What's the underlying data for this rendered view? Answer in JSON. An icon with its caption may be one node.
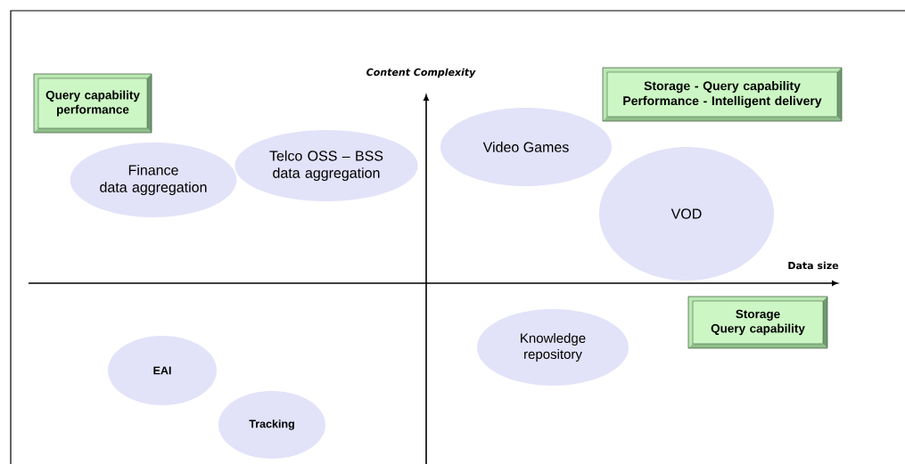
{
  "diagram": {
    "nodes": [
      {
        "text": [
          "Query capability performance"
        ]
      },
      {
        "text": [
          "Finance data aggregation"
        ]
      },
      {
        "text": [
          "Telco OSS – BSS data aggregation"
        ]
      },
      {
        "text": [
          "Video Games"
        ]
      },
      {
        "text": [
          "Storage - Query capability Performance - Intelligent delivery"
        ]
      },
      {
        "text": [
          "VOD"
        ]
      },
      {
        "text": [
          "Storage Query capability"
        ]
      },
      {
        "text": [
          "Knowledge repository"
        ]
      },
      {
        "text": [
          "EAI"
        ]
      },
      {
        "text": [
          "Tracking"
        ]
      }
    ],
    "labels": [
      "Content Complexity",
      "Data size"
    ]
  }
}
